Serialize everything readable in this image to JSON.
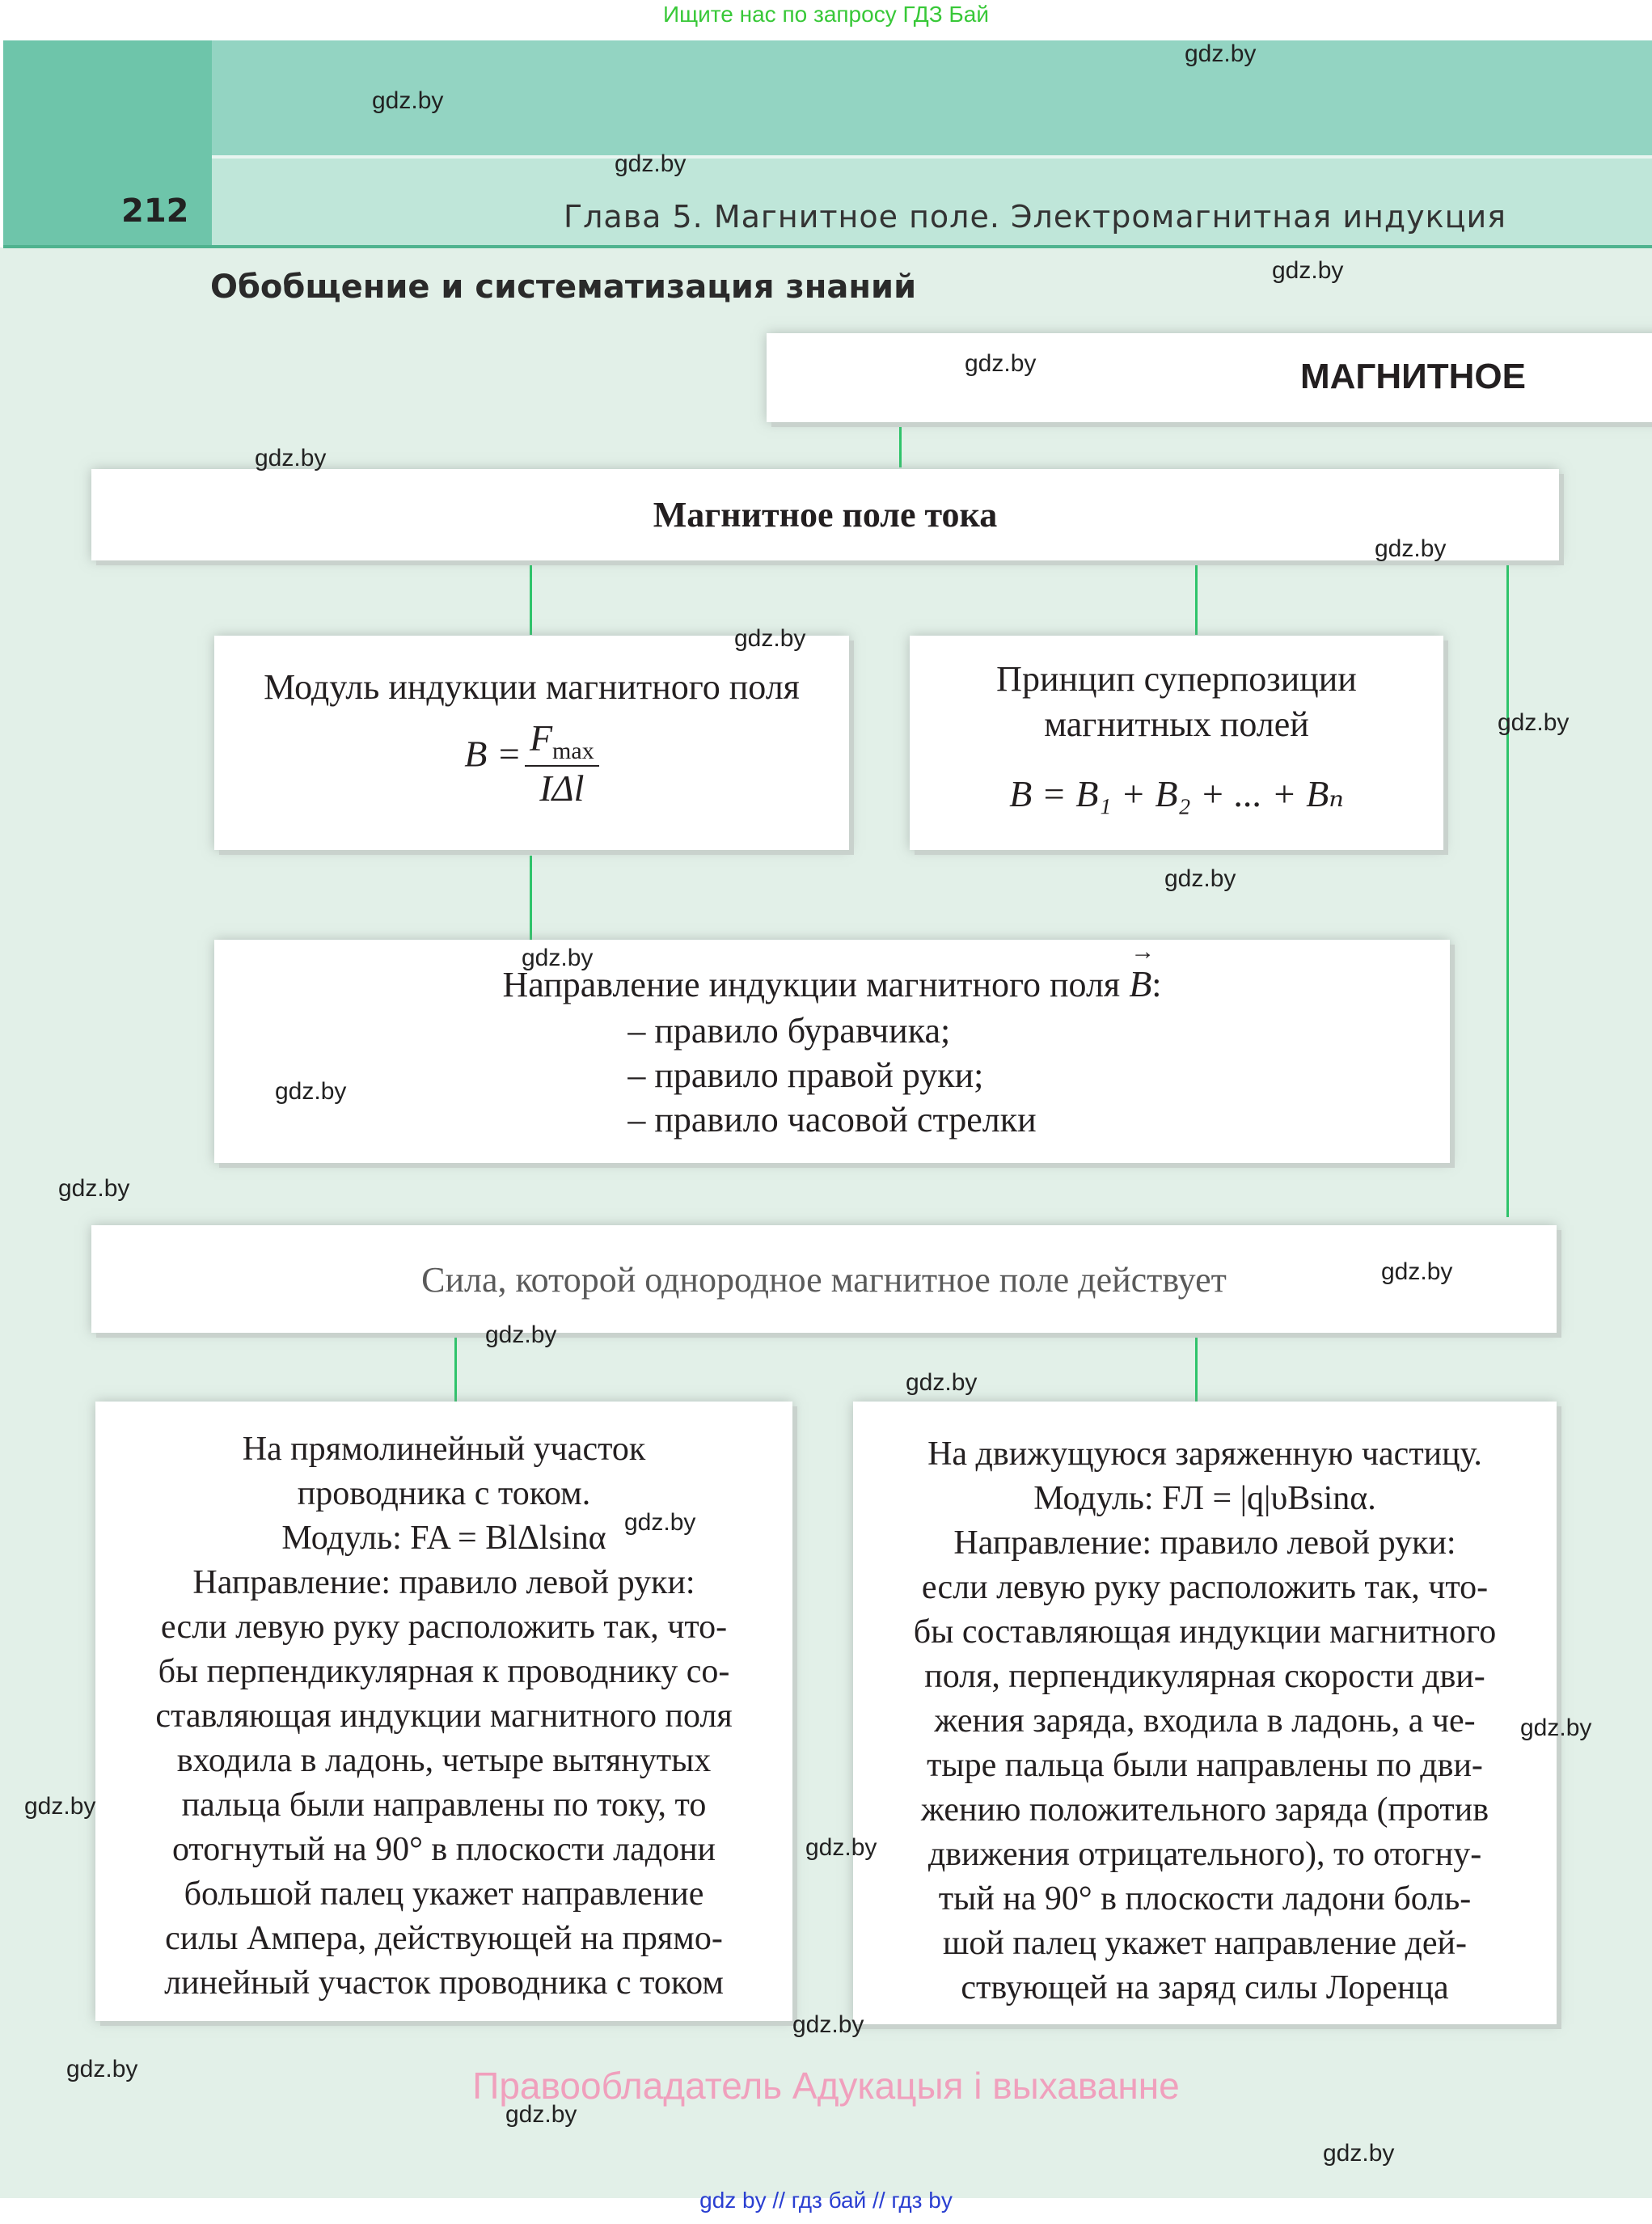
{
  "top_note": "Ищите нас по запросу ГДЗ Бай",
  "header": {
    "page_number": "212",
    "chapter": "Глава 5. Магнитное поле. Электромагнитная индукция"
  },
  "section_title": "Обобщение и систематизация знаний",
  "diagram": {
    "top_box": "МАГНИТНОЕ",
    "field_of_current": "Магнитное поле тока",
    "induction_module": {
      "label": "Модуль индукции магнитного поля",
      "lhs": "B =",
      "numerator": "F",
      "numerator_sub": "max",
      "denominator": "IΔl"
    },
    "superposition": {
      "line1": "Принцип суперпозиции",
      "line2": "магнитных полей",
      "formula": "B = B₁ + B₂ + ... + Bₙ"
    },
    "direction": {
      "title": "Направление индукции магнитного поля",
      "vector": "B",
      "colon": ":",
      "rules": [
        "– правило буравчика;",
        "– правило правой руки;",
        "– правило часовой стрелки"
      ]
    },
    "force": "Сила, которой однородное магнитное поле действует",
    "conductor": {
      "lines": [
        "На прямолинейный участок",
        "проводника с током.",
        "Модуль: FA = BlΔlsinα",
        "Направление: правило левой руки:",
        "если левую руку расположить так, что-",
        "бы перпендикулярная к проводнику со-",
        "ставляющая индукции магнитного поля",
        "входила в ладонь, четыре вытянутых",
        "пальца были направлены по току, то",
        "отогнутый на 90° в плоскости ладони",
        "большой палец укажет направление",
        "силы Ампера, действующей на прямо-",
        "линейный участок проводника с током"
      ]
    },
    "particle": {
      "lines": [
        "На движущуюся заряженную частицу.",
        "Модуль: FЛ = |q|υBsinα.",
        "Направление: правило левой руки:",
        "если левую руку расположить так, что-",
        "бы составляющая индукции магнитного",
        "поля, перпендикулярная скорости дви-",
        "жения заряда, входила в ладонь, а че-",
        "тыре пальца были направлены по дви-",
        "жению положительного заряда (против",
        "движения отрицательного), то отогну-",
        "тый на 90° в плоскости ладони боль-",
        "шой палец укажет направление дей-",
        "ствующей на заряд силы Лоренца"
      ]
    }
  },
  "watermark": "gdz.by",
  "rights": "Правообладатель Адукацыя і выхаванне",
  "footer": "gdz by  //  гдз бай  //  гдз by"
}
